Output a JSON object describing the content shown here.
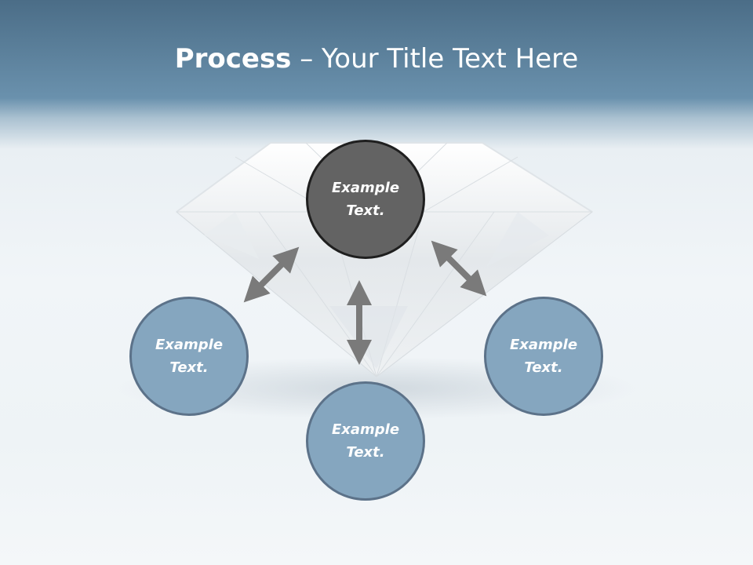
{
  "title": {
    "bold": "Process",
    "rest": " – Your Title Text Here"
  },
  "nodes": {
    "top": "Example Text.",
    "left": "Example Text.",
    "bottom": "Example Text.",
    "right": "Example Text."
  },
  "colors": {
    "header_blue": "#6a91ad",
    "center_node": "#636363",
    "outer_node": "#85a6bf",
    "arrow": "#7a7a7a"
  },
  "icons": [
    "diamond-image",
    "double-arrow"
  ]
}
